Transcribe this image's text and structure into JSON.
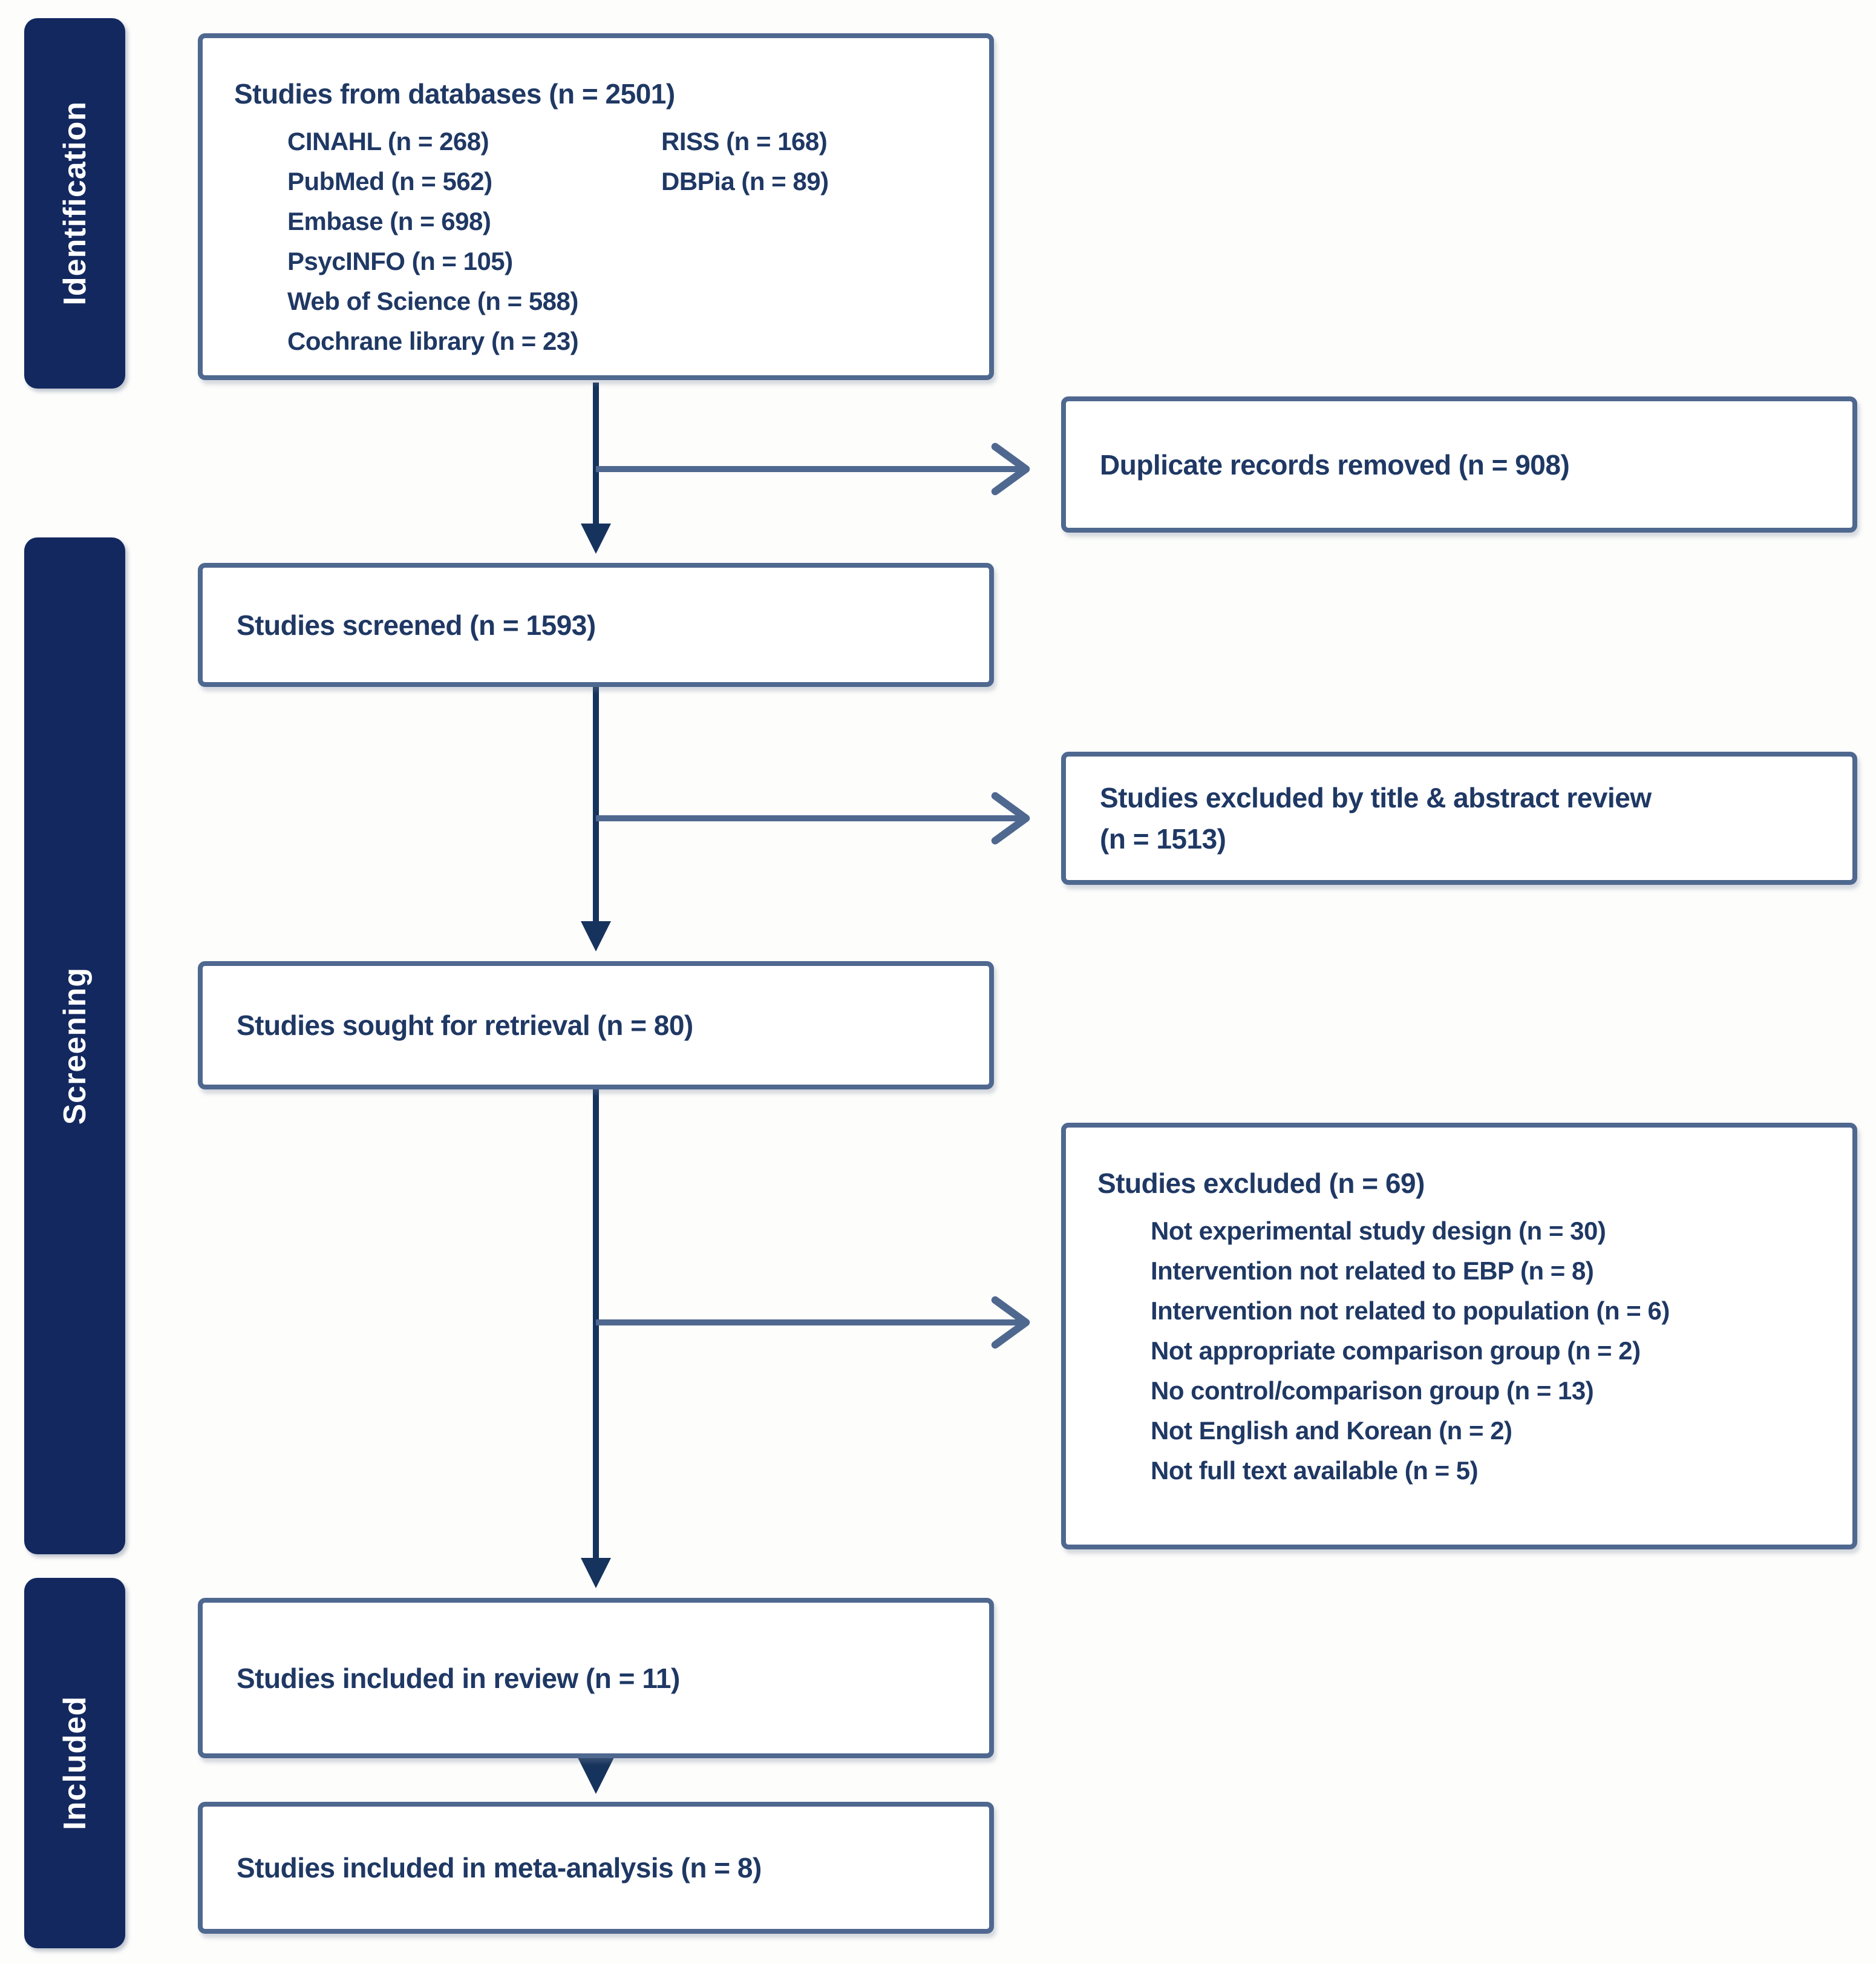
{
  "diagram": {
    "type": "prisma-flow",
    "colors": {
      "stage_bar_bg": "#13285f",
      "stage_bar_text": "#ffffff",
      "box_border": "#4f688f",
      "box_fill": "#ffffff",
      "text": "#1f3864",
      "arrow_vertical": "#16335d",
      "arrow_horizontal": "#4f688f",
      "background": "#fdfdfc"
    }
  },
  "stages": {
    "identification": "Identification",
    "screening": "Screening",
    "included": "Included"
  },
  "boxes": {
    "databases": {
      "title": "Studies from databases (n = 2501)",
      "left_items": [
        "CINAHL (n = 268)",
        "PubMed (n = 562)",
        "Embase (n = 698)",
        "PsycINFO (n = 105)",
        "Web of Science (n = 588)",
        "Cochrane library (n = 23)"
      ],
      "right_items": [
        "RISS (n = 168)",
        "DBPia (n = 89)"
      ]
    },
    "duplicates_removed": {
      "label": "Duplicate records removed (n = 908)"
    },
    "screened": {
      "label": "Studies screened (n = 1593)"
    },
    "excluded_title_abstract": {
      "line1": "Studies excluded by title & abstract review",
      "line2": "(n = 1513)"
    },
    "sought_retrieval": {
      "label": "Studies sought for retrieval (n = 80)"
    },
    "excluded_fulltext": {
      "title": "Studies excluded (n = 69)",
      "items": [
        "Not experimental study design (n = 30)",
        "Intervention not related to EBP (n = 8)",
        "Intervention not related to population (n = 6)",
        "Not appropriate comparison group (n = 2)",
        "No control/comparison group (n = 13)",
        "Not English and Korean (n = 2)",
        "Not full text available (n = 5)"
      ]
    },
    "included_review": {
      "label": "Studies included in review (n = 11)"
    },
    "included_meta": {
      "label": "Studies included in meta-analysis (n = 8)"
    }
  }
}
